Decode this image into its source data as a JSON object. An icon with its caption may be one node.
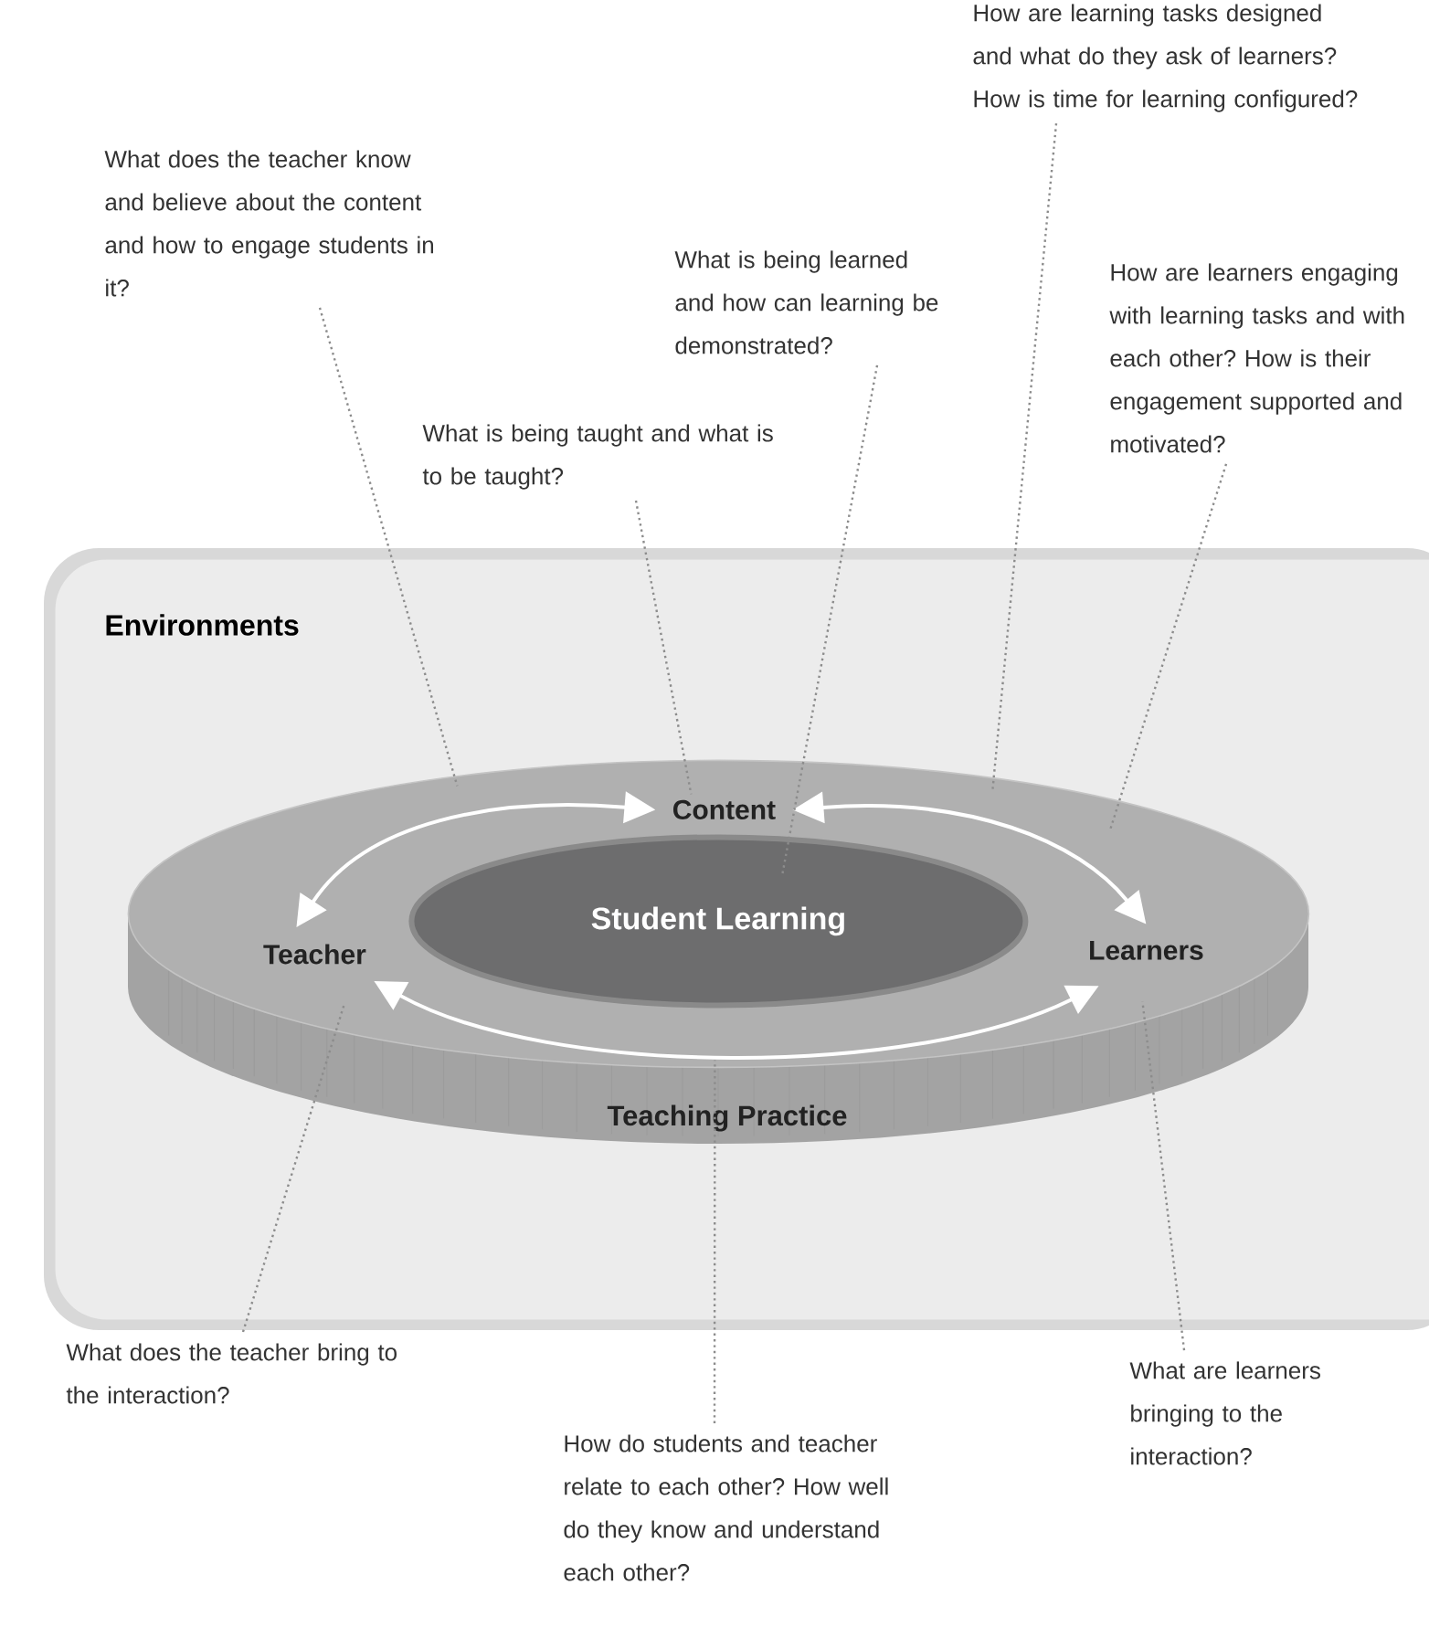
{
  "diagram": {
    "nodes": [
      {
        "text": [
          "Environments"
        ]
      },
      {
        "text": [
          "Teaching Practice"
        ],
        "in": 0
      },
      {
        "text": [
          "Student Learning"
        ],
        "in": 1
      },
      {
        "text": [
          "Content"
        ],
        "in": 1
      },
      {
        "text": [
          "Teacher"
        ],
        "in": 1
      },
      {
        "text": [
          "Learners"
        ],
        "in": 1
      },
      {
        "text": [
          "What does the teacher know and believe about the content and how to engage students in it?"
        ]
      },
      {
        "text": [
          "What is being taught and what is to be taught?"
        ]
      },
      {
        "text": [
          "What is being learned and how can learning be demonstrated?"
        ]
      },
      {
        "text": [
          "How are learning tasks designed and what do they ask of learners? How is time for learning configured?"
        ]
      },
      {
        "text": [
          "How are learners engaging with learning tasks and with each other? How is their engagement supported and motivated?"
        ]
      },
      {
        "text": [
          "What does the teacher bring to the interaction?"
        ]
      },
      {
        "text": [
          "How do students and teacher relate to each other? How well do they know and understand each other?"
        ]
      },
      {
        "text": [
          "What are learners bringing to the interaction?"
        ]
      }
    ],
    "edges": [
      {
        "from": 4,
        "to": 3,
        "arrow": "both",
        "color": "#ffffff"
      },
      {
        "from": 3,
        "to": 5,
        "arrow": "both",
        "color": "#ffffff"
      },
      {
        "from": 4,
        "to": 5,
        "arrow": "both",
        "color": "#ffffff"
      },
      {
        "from": 6,
        "to": 1,
        "arrow": "none",
        "style": "dashed"
      },
      {
        "from": 7,
        "to": 3,
        "arrow": "none",
        "style": "dashed"
      },
      {
        "from": 8,
        "to": 2,
        "arrow": "none",
        "style": "dashed"
      },
      {
        "from": 9,
        "to": 1,
        "arrow": "none",
        "style": "dashed"
      },
      {
        "from": 10,
        "to": 1,
        "arrow": "none",
        "style": "dashed"
      },
      {
        "from": 11,
        "to": 1,
        "arrow": "none",
        "style": "dashed"
      },
      {
        "from": 12,
        "to": 1,
        "arrow": "none",
        "style": "dashed"
      },
      {
        "from": 13,
        "to": 1,
        "arrow": "none",
        "style": "dashed"
      }
    ]
  }
}
